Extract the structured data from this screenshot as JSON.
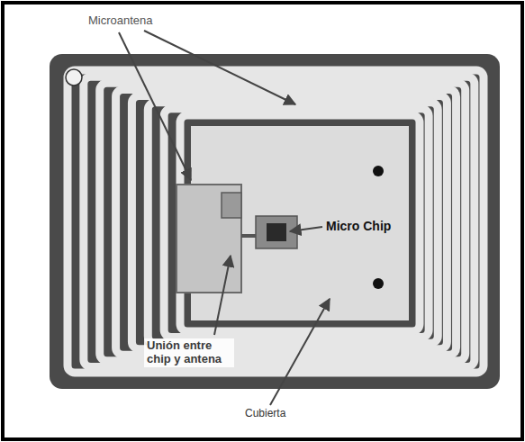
{
  "diagram": {
    "labels": [
      "Microantena",
      "Micro Chip",
      "Unión entre chip y antena",
      "Cubierta"
    ]
  }
}
